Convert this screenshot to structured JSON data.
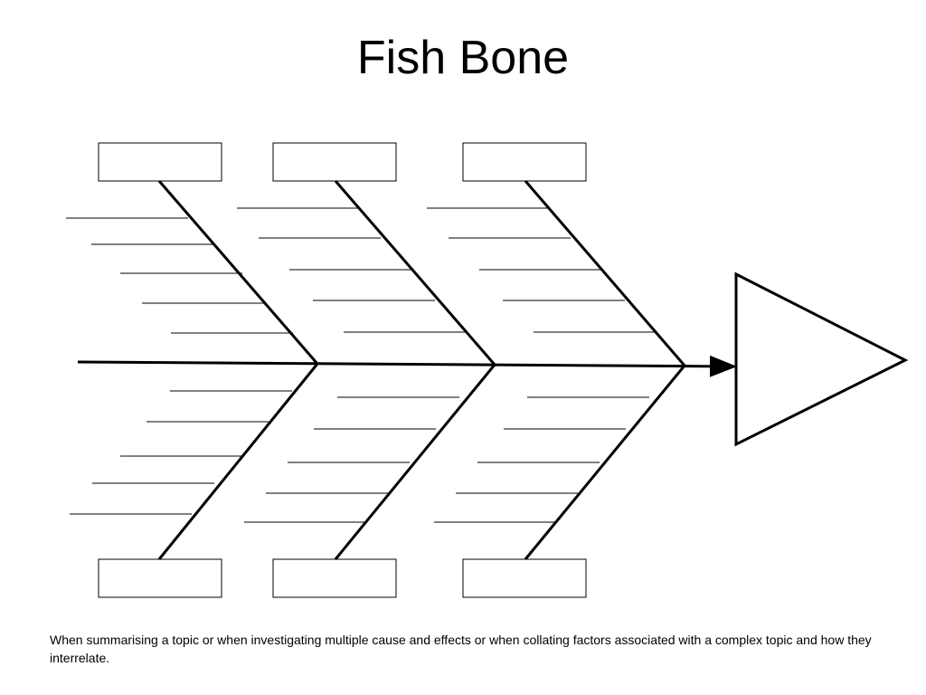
{
  "title": "Fish Bone",
  "caption": "When summarising a topic or when investigating multiple cause and effects or when collating factors associated with a complex topic and how they interrelate.",
  "colors": {
    "stroke": "#000000",
    "background": "#ffffff"
  },
  "diagram": {
    "type": "fishbone",
    "top_category_boxes": [
      "",
      "",
      ""
    ],
    "bottom_category_boxes": [
      "",
      "",
      ""
    ],
    "effect_head": "",
    "sub_causes_per_bone": [
      5,
      5,
      5,
      5,
      5,
      5
    ]
  }
}
